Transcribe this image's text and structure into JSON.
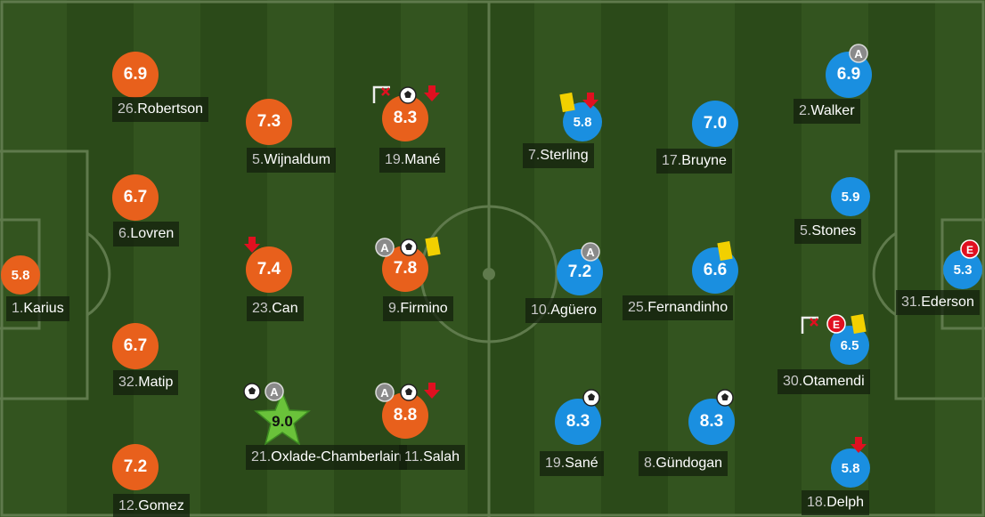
{
  "colors": {
    "home": "#e8601c",
    "away": "#1a8fe0",
    "motm": "#6ac23a"
  },
  "players": [
    {
      "id": "robertson",
      "team": "home",
      "rating": "6.9",
      "number": "26.",
      "name": "Robertson"
    },
    {
      "id": "lovren",
      "team": "home",
      "rating": "6.7",
      "number": "6.",
      "name": "Lovren"
    },
    {
      "id": "matip",
      "team": "home",
      "rating": "6.7",
      "number": "32.",
      "name": "Matip"
    },
    {
      "id": "gomez",
      "team": "home",
      "rating": "7.2",
      "number": "12.",
      "name": "Gomez"
    },
    {
      "id": "karius",
      "team": "home",
      "rating": "5.8",
      "number": "1.",
      "name": "Karius"
    },
    {
      "id": "wijnaldum",
      "team": "home",
      "rating": "7.3",
      "number": "5.",
      "name": "Wijnaldum"
    },
    {
      "id": "can",
      "team": "home",
      "rating": "7.4",
      "number": "23.",
      "name": "Can",
      "events": [
        "sub-off-icon"
      ]
    },
    {
      "id": "oxlade",
      "team": "home",
      "rating": "9.0",
      "number": "21.",
      "name": "Oxlade-Chamberlain",
      "motm": true,
      "events": [
        "goal-ball-icon",
        "assist-icon"
      ]
    },
    {
      "id": "mane",
      "team": "home",
      "rating": "8.3",
      "number": "19.",
      "name": "Mané",
      "events": [
        "missed-shot-icon",
        "goal-ball-icon",
        "sub-off-icon"
      ]
    },
    {
      "id": "firmino",
      "team": "home",
      "rating": "7.8",
      "number": "9.",
      "name": "Firmino",
      "events": [
        "assist-icon",
        "goal-ball-icon",
        "yellow-card-icon"
      ]
    },
    {
      "id": "salah",
      "team": "home",
      "rating": "8.8",
      "number": "11.",
      "name": "Salah",
      "events": [
        "assist-icon",
        "goal-ball-icon",
        "sub-off-icon"
      ]
    },
    {
      "id": "sterling",
      "team": "away",
      "rating": "5.8",
      "number": "7.",
      "name": "Sterling",
      "events": [
        "yellow-card-icon",
        "sub-off-icon"
      ]
    },
    {
      "id": "aguero",
      "team": "away",
      "rating": "7.2",
      "number": "10.",
      "name": "Agüero",
      "events": [
        "assist-icon"
      ]
    },
    {
      "id": "sane",
      "team": "away",
      "rating": "8.3",
      "number": "19.",
      "name": "Sané",
      "events": [
        "goal-ball-icon"
      ]
    },
    {
      "id": "bruyne",
      "team": "away",
      "rating": "7.0",
      "number": "17.",
      "name": "Bruyne"
    },
    {
      "id": "fernandinho",
      "team": "away",
      "rating": "6.6",
      "number": "25.",
      "name": "Fernandinho",
      "events": [
        "yellow-card-icon"
      ]
    },
    {
      "id": "gundogan",
      "team": "away",
      "rating": "8.3",
      "number": "8.",
      "name": "Gündogan",
      "events": [
        "goal-ball-icon"
      ]
    },
    {
      "id": "walker",
      "team": "away",
      "rating": "6.9",
      "number": "2.",
      "name": "Walker",
      "events": [
        "assist-icon"
      ]
    },
    {
      "id": "stones",
      "team": "away",
      "rating": "5.9",
      "number": "5.",
      "name": "Stones"
    },
    {
      "id": "otamendi",
      "team": "away",
      "rating": "6.5",
      "number": "30.",
      "name": "Otamendi",
      "events": [
        "missed-shot-icon",
        "error-icon",
        "yellow-card-icon"
      ]
    },
    {
      "id": "delph",
      "team": "away",
      "rating": "5.8",
      "number": "18.",
      "name": "Delph",
      "events": [
        "sub-off-icon"
      ]
    },
    {
      "id": "ederson",
      "team": "away",
      "rating": "5.3",
      "number": "31.",
      "name": "Ederson",
      "events": [
        "error-icon"
      ]
    }
  ]
}
